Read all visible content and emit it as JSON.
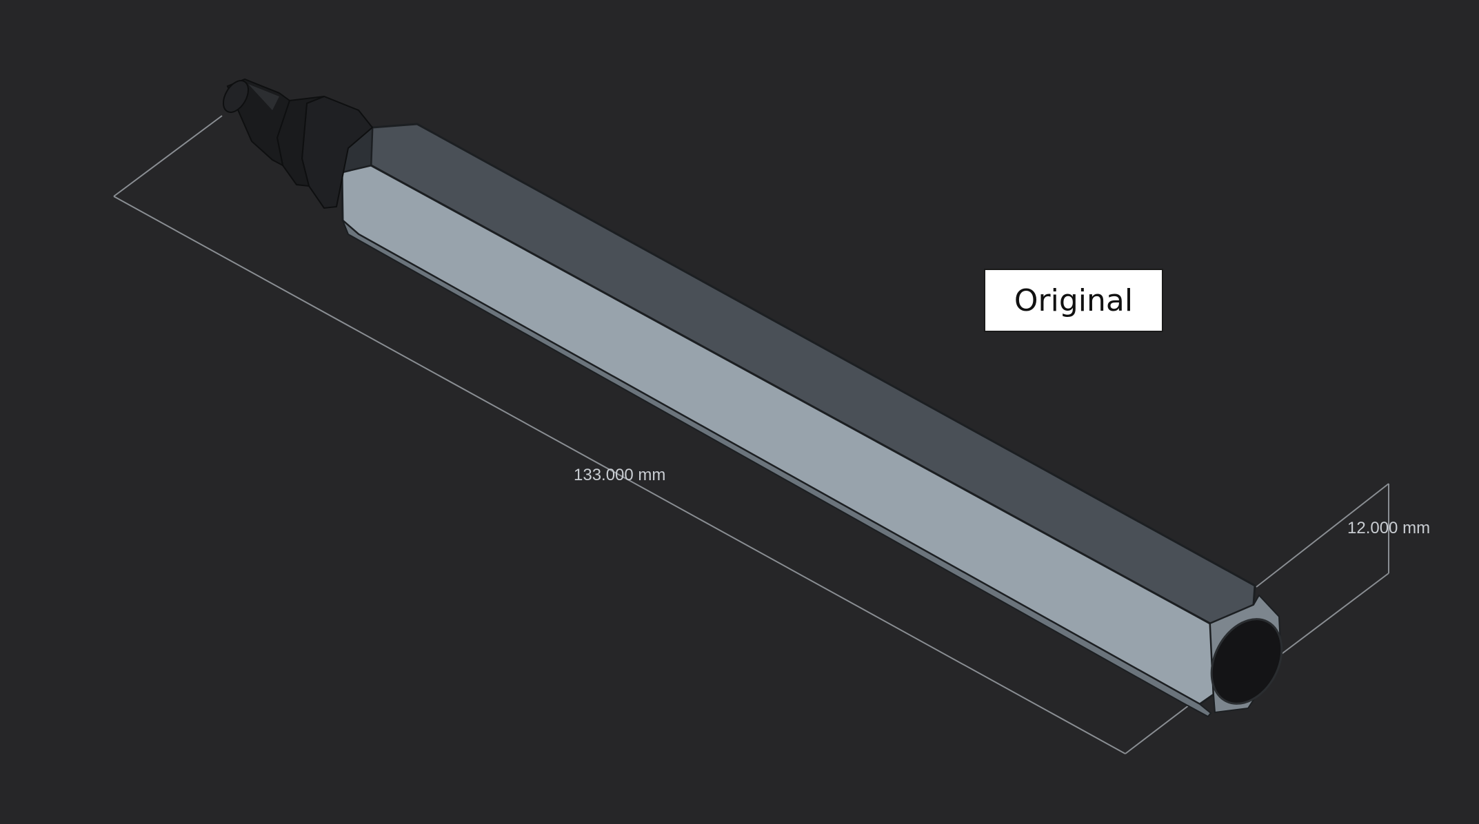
{
  "viewport": {
    "background": "#262628",
    "model": {
      "name": "pen",
      "colors": {
        "shaft_light_face": "#98a3ac",
        "shaft_dark_face": "#4a5057",
        "shaft_edge": "#1c1f22",
        "tip": "#1a1b1d",
        "end_cap": "#141416"
      }
    },
    "dimensions": {
      "length_label": "133.000 mm",
      "width_label": "12.000 mm",
      "line_color": "#8a8e93"
    }
  },
  "badge": {
    "label": "Original"
  }
}
